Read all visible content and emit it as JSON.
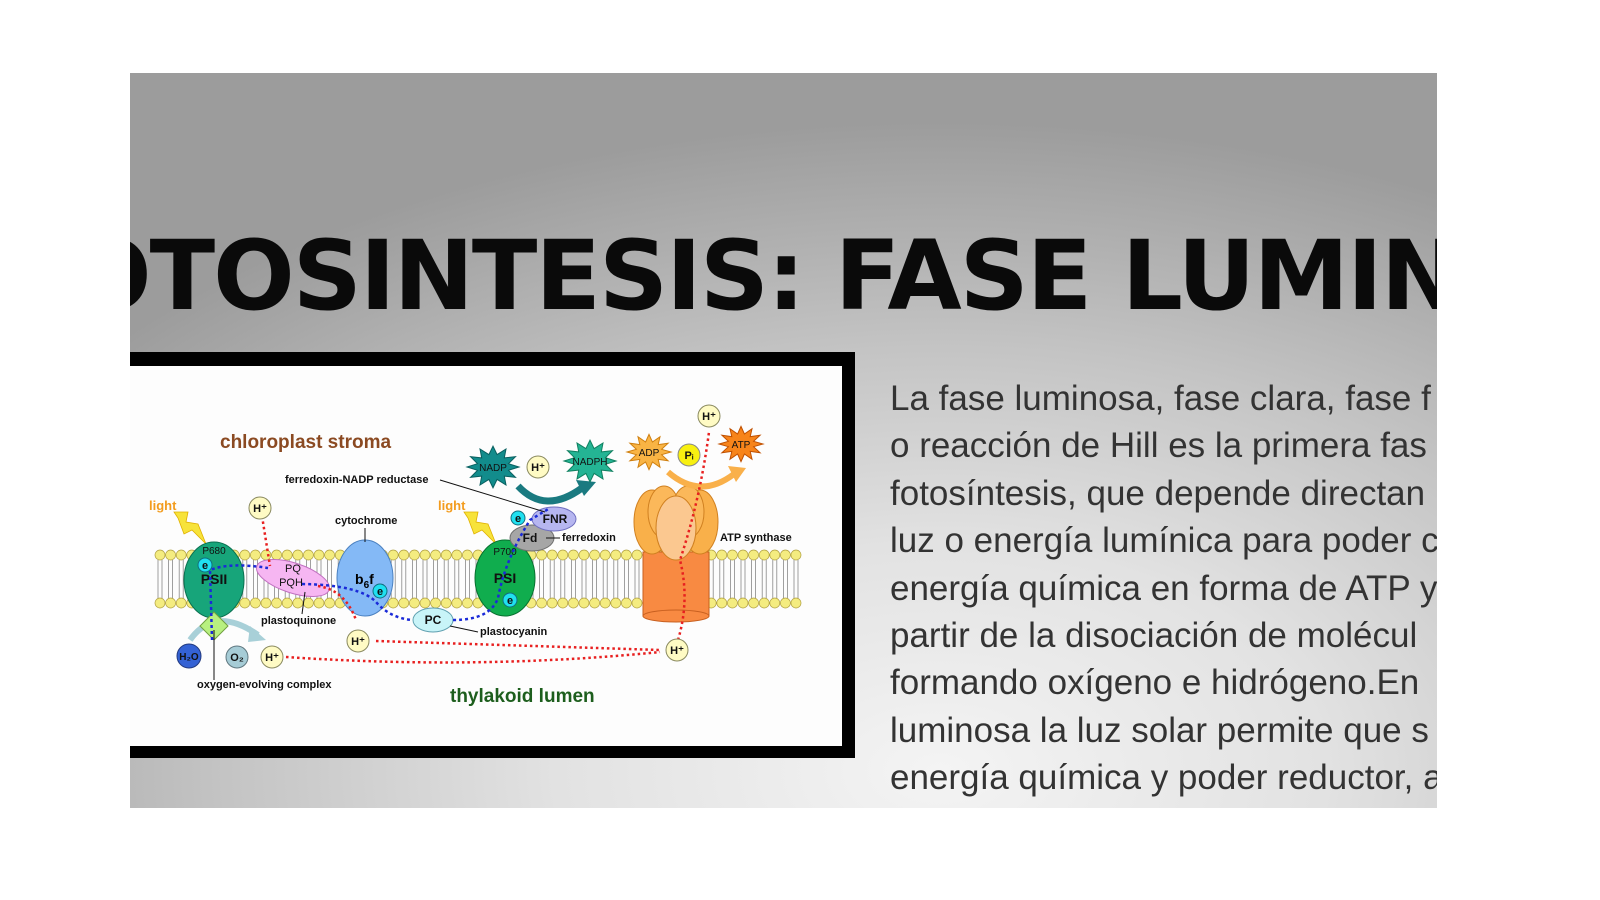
{
  "slide": {
    "title": "OTOSINTESIS: FASE LUMINOS",
    "paragraph_lines": [
      "La fase luminosa, fase clara, fase f",
      "o reacción de Hill es la primera fas",
      "fotosíntesis, que depende directan",
      "luz o energía lumínica para poder c",
      "energía química en forma de ATP y",
      "partir de la disociación de molécul",
      "formando oxígeno e hidrógeno.En",
      "luminosa la luz solar permite que s",
      "energía química y poder reductor, a"
    ]
  },
  "diagram": {
    "stroma_label": "chloroplast stroma",
    "lumen_label": "thylakoid lumen",
    "light": "light",
    "psii": "PSII",
    "p680": "P680",
    "psi": "PSI",
    "p700": "P700",
    "pq": "PQ",
    "pqh2": "PQH",
    "b6f": "b",
    "b6f_sub": "6",
    "b6f_f": "f",
    "pc": "PC",
    "fd": "Fd",
    "fnr": "FNR",
    "electron": "e",
    "proton": "H⁺",
    "h2o": "H₂O",
    "o2": "O₂",
    "nadp": "NADP",
    "nadph": "NADPH",
    "adp": "ADP",
    "pi": "Pᵢ",
    "atp": "ATP",
    "labels": {
      "fnr_full": "ferredoxin-NADP reductase",
      "cytochrome": "cytochrome",
      "ferredoxin": "ferredoxin",
      "atp_synthase": "ATP synthase",
      "plastoquinone": "plastoquinone",
      "plastocyanin": "plastocyanin",
      "oec": "oxygen-evolving complex"
    },
    "colors": {
      "stroma": "#8b4a22",
      "lumen": "#1d5e1d",
      "light": "#f39c1e"
    }
  }
}
